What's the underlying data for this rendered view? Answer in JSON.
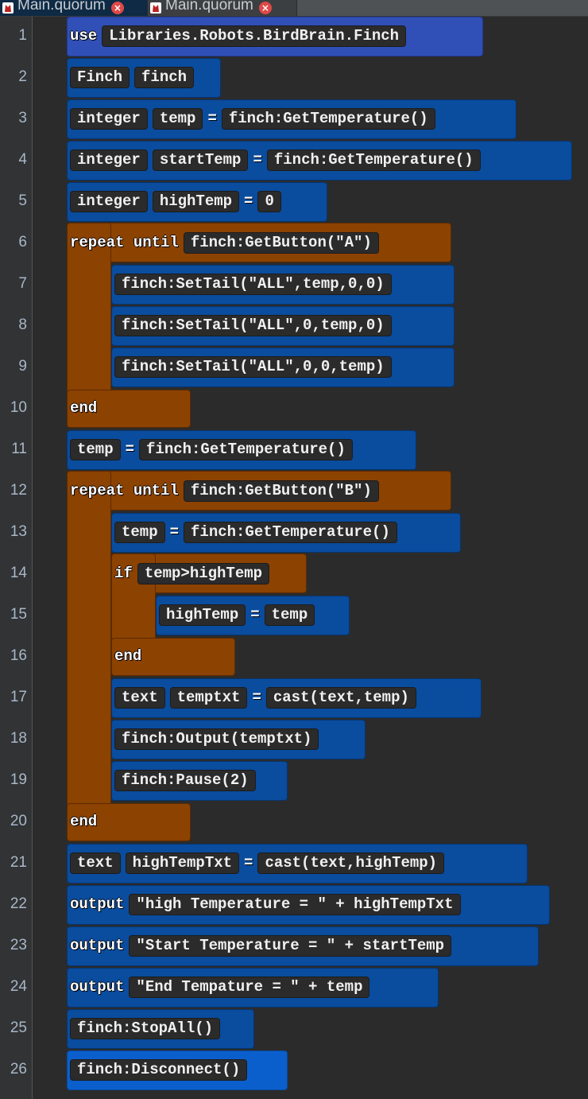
{
  "tabs": [
    {
      "label": "Main.quorum",
      "active": true,
      "icon": "quorum-file-icon",
      "close": "×"
    },
    {
      "label": "Main.quorum",
      "active": false,
      "icon": "quorum-file-icon",
      "close": "×"
    }
  ],
  "colors": {
    "background": "#2b2b2b",
    "use_block": "#3050b8",
    "statement_block": "#0a4c9e",
    "selected_block": "#0b5fcc",
    "control_block": "#8c4200",
    "pill": "#2b2b2b"
  },
  "lines": [
    {
      "n": "1",
      "parts": [
        {
          "k": "use"
        },
        {
          "p": "Libraries.Robots.BirdBrain.Finch"
        }
      ]
    },
    {
      "n": "2",
      "parts": [
        {
          "p": "Finch"
        },
        {
          "p": "finch"
        }
      ]
    },
    {
      "n": "3",
      "parts": [
        {
          "p": "integer"
        },
        {
          "p": "temp"
        },
        {
          "o": "="
        },
        {
          "p": "finch:GetTemperature()"
        }
      ]
    },
    {
      "n": "4",
      "parts": [
        {
          "p": "integer"
        },
        {
          "p": "startTemp"
        },
        {
          "o": "="
        },
        {
          "p": "finch:GetTemperature()"
        }
      ]
    },
    {
      "n": "5",
      "parts": [
        {
          "p": "integer"
        },
        {
          "p": "highTemp"
        },
        {
          "o": "="
        },
        {
          "p": "0"
        }
      ]
    },
    {
      "n": "6",
      "parts": [
        {
          "k": "repeat until"
        },
        {
          "p": "finch:GetButton(\"A\")"
        }
      ]
    },
    {
      "n": "7",
      "parts": [
        {
          "p": "finch:SetTail(\"ALL\",temp,0,0)"
        }
      ]
    },
    {
      "n": "8",
      "parts": [
        {
          "p": "finch:SetTail(\"ALL\",0,temp,0)"
        }
      ]
    },
    {
      "n": "9",
      "parts": [
        {
          "p": "finch:SetTail(\"ALL\",0,0,temp)"
        }
      ]
    },
    {
      "n": "10",
      "parts": [
        {
          "k": "end"
        }
      ]
    },
    {
      "n": "11",
      "parts": [
        {
          "p": "temp"
        },
        {
          "o": "="
        },
        {
          "p": "finch:GetTemperature()"
        }
      ]
    },
    {
      "n": "12",
      "parts": [
        {
          "k": "repeat until"
        },
        {
          "p": "finch:GetButton(\"B\")"
        }
      ]
    },
    {
      "n": "13",
      "parts": [
        {
          "p": "temp"
        },
        {
          "o": "="
        },
        {
          "p": "finch:GetTemperature()"
        }
      ]
    },
    {
      "n": "14",
      "parts": [
        {
          "k": "if"
        },
        {
          "p": "temp>highTemp"
        }
      ]
    },
    {
      "n": "15",
      "parts": [
        {
          "p": "highTemp"
        },
        {
          "o": "="
        },
        {
          "p": "temp"
        }
      ]
    },
    {
      "n": "16",
      "parts": [
        {
          "k": "end"
        }
      ]
    },
    {
      "n": "17",
      "parts": [
        {
          "p": "text"
        },
        {
          "p": "temptxt"
        },
        {
          "o": "="
        },
        {
          "p": "cast(text,temp)"
        }
      ]
    },
    {
      "n": "18",
      "parts": [
        {
          "p": "finch:Output(temptxt)"
        }
      ]
    },
    {
      "n": "19",
      "parts": [
        {
          "p": "finch:Pause(2)"
        }
      ]
    },
    {
      "n": "20",
      "parts": [
        {
          "k": "end"
        }
      ]
    },
    {
      "n": "21",
      "parts": [
        {
          "p": "text"
        },
        {
          "p": "highTempTxt"
        },
        {
          "o": "="
        },
        {
          "p": "cast(text,highTemp)"
        }
      ]
    },
    {
      "n": "22",
      "parts": [
        {
          "k": "output"
        },
        {
          "p": "\"high Temperature = \" + highTempTxt"
        }
      ]
    },
    {
      "n": "23",
      "parts": [
        {
          "k": "output"
        },
        {
          "p": "\"Start Temperature = \" + startTemp"
        }
      ]
    },
    {
      "n": "24",
      "parts": [
        {
          "k": "output"
        },
        {
          "p": "\"End Tempature = \" + temp"
        }
      ]
    },
    {
      "n": "25",
      "parts": [
        {
          "p": "finch:StopAll()"
        }
      ]
    },
    {
      "n": "26",
      "parts": [
        {
          "p": "finch:Disconnect()"
        }
      ]
    }
  ]
}
